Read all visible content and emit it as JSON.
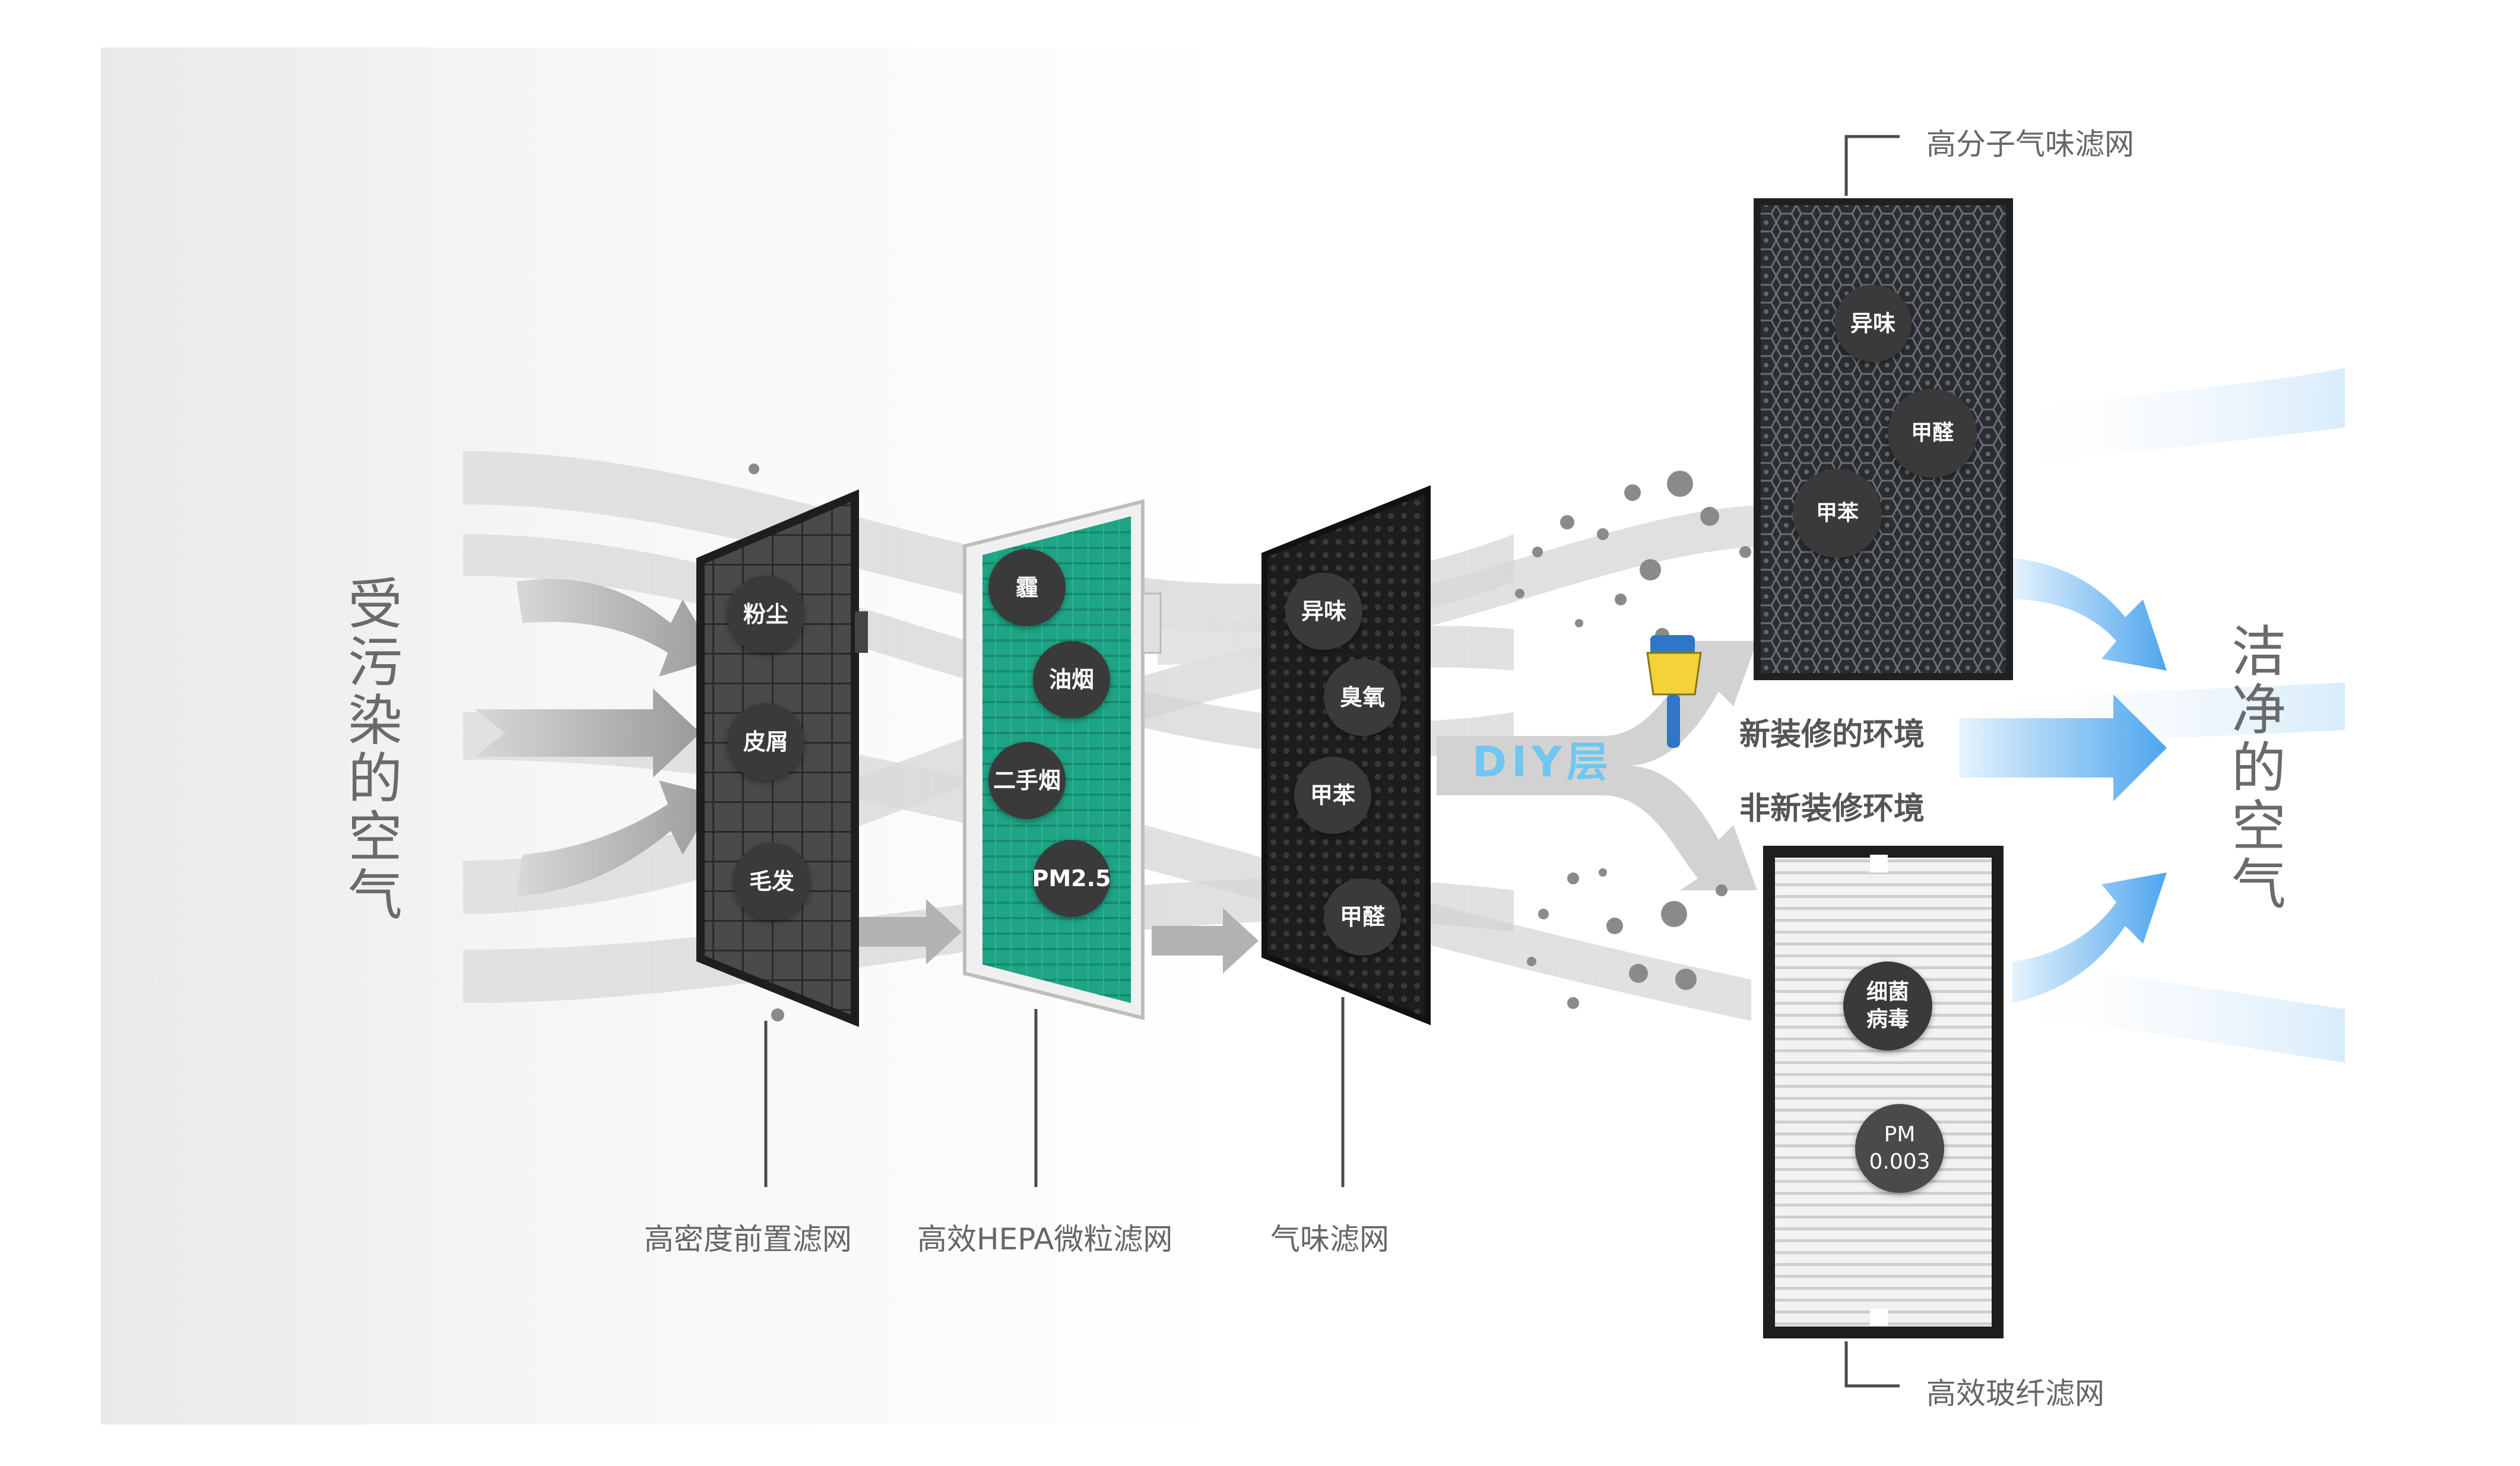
{
  "title_left": "受污染的空气",
  "title_right": "洁净的空气",
  "diy_label": "DIY层",
  "env_new": "新装修的环境",
  "env_non_new": "非新装修环境",
  "filters": [
    {
      "name": "高密度前置滤网",
      "pollutants": [
        "粉尘",
        "皮屑",
        "毛发"
      ]
    },
    {
      "name": "高效HEPA微粒滤网",
      "pollutants": [
        "霾",
        "油烟",
        "二手烟",
        "PM2.5"
      ]
    },
    {
      "name": "气味滤网",
      "pollutants": [
        "异味",
        "臭氧",
        "甲苯",
        "甲醛"
      ]
    },
    {
      "name": "高分子气味滤网",
      "pollutants": [
        "异味",
        "甲醛",
        "甲苯"
      ]
    },
    {
      "name": "高效玻纤滤网",
      "pollutants": [
        "细菌\n病毒",
        "PM\n0.003"
      ]
    }
  ],
  "colors": {
    "hepa_green": "#1fa585",
    "arrow_blue": "#5aaef0",
    "filter_dark": "#2b2b2b"
  }
}
